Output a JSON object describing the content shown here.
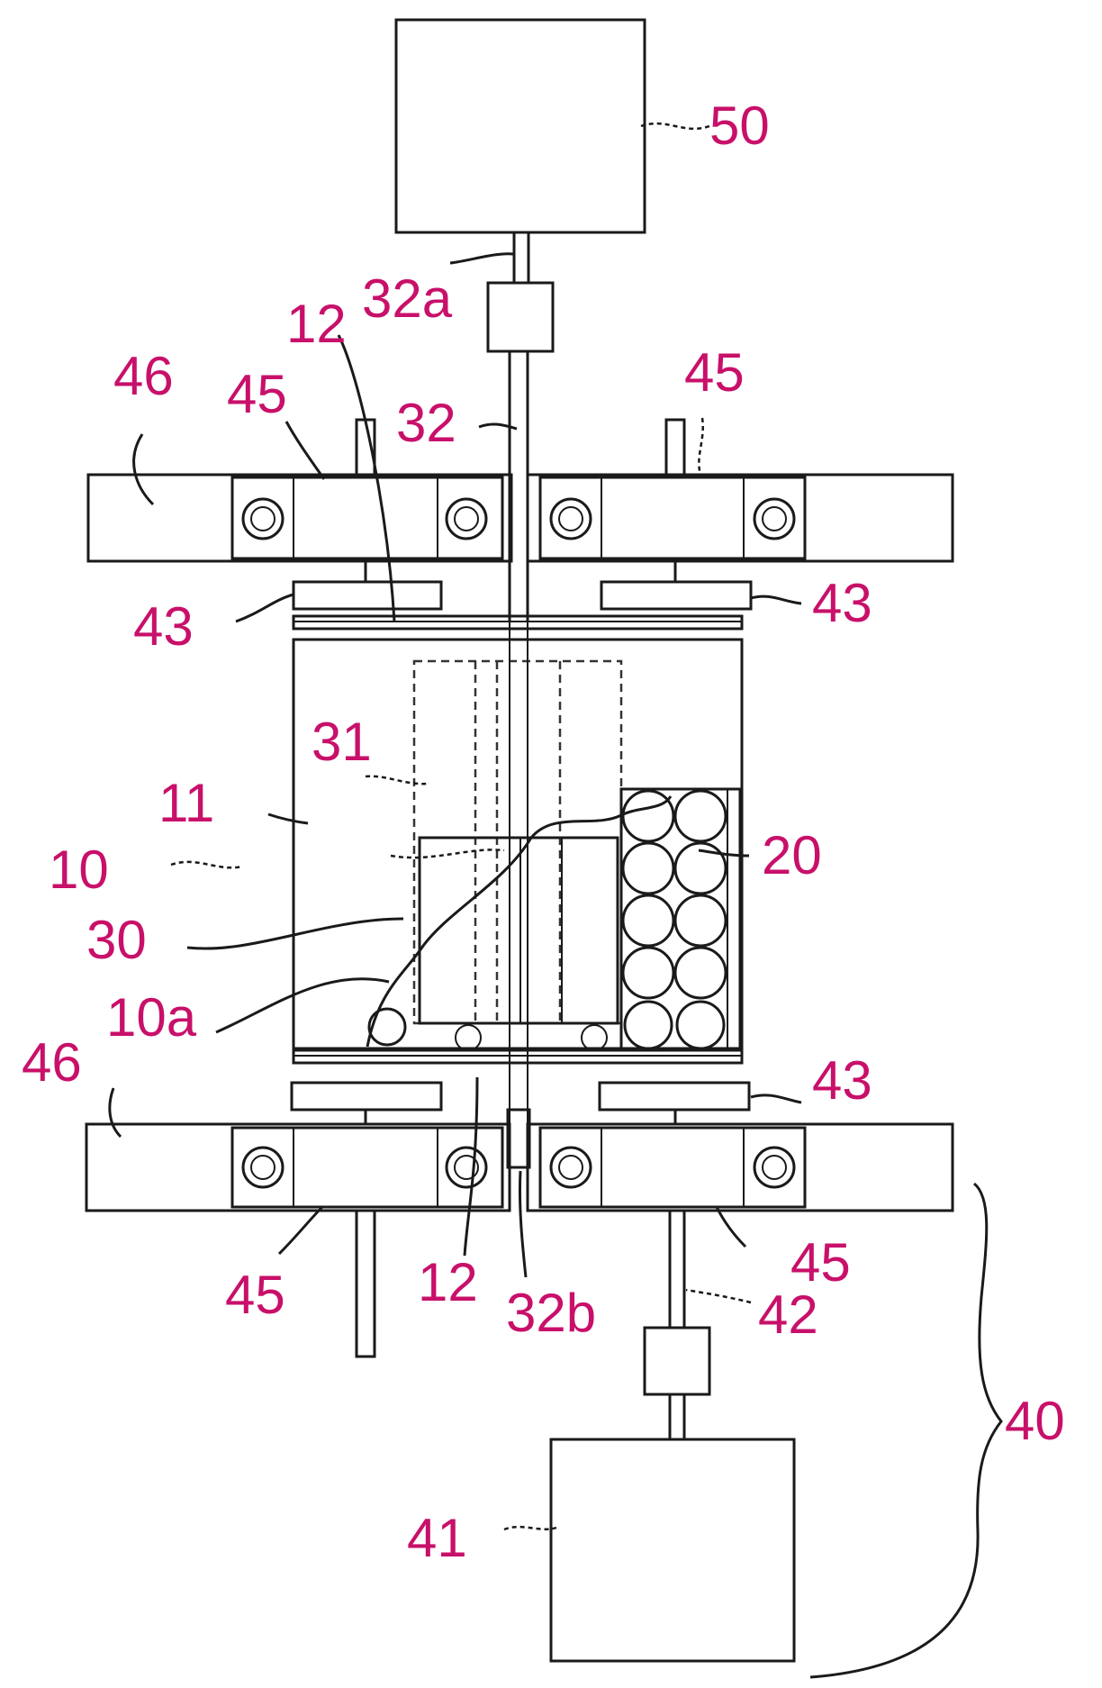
{
  "colors": {
    "label": "#c8106a",
    "line": "#1a1a1a",
    "background": "#ffffff"
  },
  "labels": {
    "l50": "50",
    "l32a": "32a",
    "l12_top": "12",
    "l46_top": "46",
    "l45_top_left": "45",
    "l32": "32",
    "l45_top_right": "45",
    "l43_upper_left": "43",
    "l43_upper_right": "43",
    "l31": "31",
    "l11": "11",
    "l10": "10",
    "l20": "20",
    "l30": "30",
    "l10a": "10a",
    "l46_bottom": "46",
    "l43_lower_right": "43",
    "l45_bottom_left": "45",
    "l12_bottom": "12",
    "l32b": "32b",
    "l45_bottom_right": "45",
    "l42": "42",
    "l40": "40",
    "l41": "41"
  }
}
